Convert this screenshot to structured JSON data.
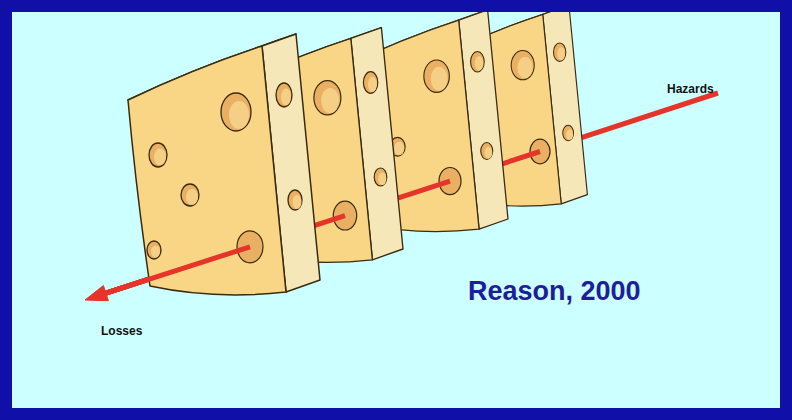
{
  "diagram": {
    "labels": [
      "Hazards",
      "Losses",
      "Reason, 2000"
    ]
  }
}
